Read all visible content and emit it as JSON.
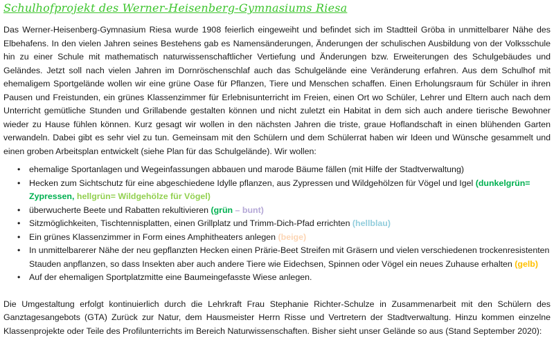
{
  "title": "Schulhofprojekt des Werner-Heisenberg-Gymnasiums Riesa",
  "intro": "Das Werner-Heisenberg-Gymnasium Riesa wurde 1908 feierlich eingeweiht und befindet sich im Stadtteil Gröba in unmittelbarer Nähe des Elbehafens. In den vielen Jahren seines Bestehens gab es Namensänderungen, Änderungen der schulischen Ausbildung von der Volksschule hin zu einer Schule mit mathematisch naturwissenschaftlicher Vertiefung und Änderungen bzw. Erweiterungen des Schulgebäudes und Geländes. Jetzt soll nach vielen Jahren im Dornröschenschlaf auch das Schulgelände eine Veränderung erfahren. Aus dem Schulhof mit ehemaligem Sportgelände wollen wir eine grüne Oase für Pflanzen, Tiere und Menschen schaffen. Einen Erholungsraum für Schüler in ihren Pausen und Freistunden, ein grünes Klassenzimmer für Erlebnisunterricht im Freien, einen Ort wo Schüler, Lehrer und Eltern auch nach dem Unterricht gemütliche Stunden und Grillabende gestalten können und nicht zuletzt ein Habitat in dem sich auch andere tierische Bewohner wieder zu Hause fühlen können. Kurz gesagt wir wollen in den nächsten Jahren die triste, graue Hoflandschaft in einen blühenden Garten verwandeln. Dabei gibt es sehr viel zu tun. Gemeinsam mit den Schülern und dem Schülerrat haben wir Ideen und Wünsche gesammelt und einen groben Arbeitsplan entwickelt (siehe Plan für das Schulgelände). Wir wollen:",
  "bullets": [
    {
      "text": "ehemalige Sportanlagen und Wegeinfassungen abbauen und marode Bäume fällen (mit Hilfe der Stadtverwaltung)"
    },
    {
      "text": "Hecken zum Sichtschutz für eine abgeschiedene Idylle pflanzen, aus Zypressen und Wildgehölzen für Vögel und Igel ",
      "tag1": "(dunkelgrün= Zypressen, ",
      "tag2": "hellgrün= Wildgehölze für Vögel)"
    },
    {
      "text": "überwucherte Beete und Rabatten rekultivieren ",
      "tag1": "(grün ",
      "tag2": "– bunt)"
    },
    {
      "text": "Sitzmöglichkeiten, Tischtennisplatten, einen Grillplatz und Trimm-Dich-Pfad errichten ",
      "tag1": "(hellblau)"
    },
    {
      "text": "Ein grünes Klassenzimmer in Form eines Amphitheaters anlegen ",
      "tag1": "(beige)"
    },
    {
      "text": "In unmittelbarerer Nähe der neu gepflanzten Hecken einen Prärie-Beet Streifen mit Gräsern und vielen verschiedenen trockenresistenten Stauden anpflanzen, so dass Insekten aber auch andere Tiere wie Eidechsen, Spinnen oder Vögel ein neues Zuhause erhalten ",
      "tag1": "(gelb)"
    },
    {
      "text": "Auf der ehemaligen Sportplatzmitte eine Baumeingefasste Wiese anlegen."
    }
  ],
  "bullet_char": "•",
  "colors": {
    "dunkelgruen": "#00b050",
    "hellgruen": "#92d050",
    "bunt": "#b4a7d6",
    "hellblau": "#92cddc",
    "beige": "#fcd5b4",
    "gelb": "#ffc000"
  },
  "outro": "Die Umgestaltung erfolgt kontinuierlich durch die Lehrkraft Frau Stephanie Richter-Schulze in Zusammenarbeit mit den Schülern des Ganztagesangebots (GTA) Zurück zur Natur, dem Hausmeister Herrn Risse und Vertretern der Stadtverwaltung. Hinzu kommen einzelne Klassenprojekte oder Teile des Profilunterrichts im Bereich Naturwissenschaften. Bisher sieht unser Gelände so aus (Stand September 2020):"
}
